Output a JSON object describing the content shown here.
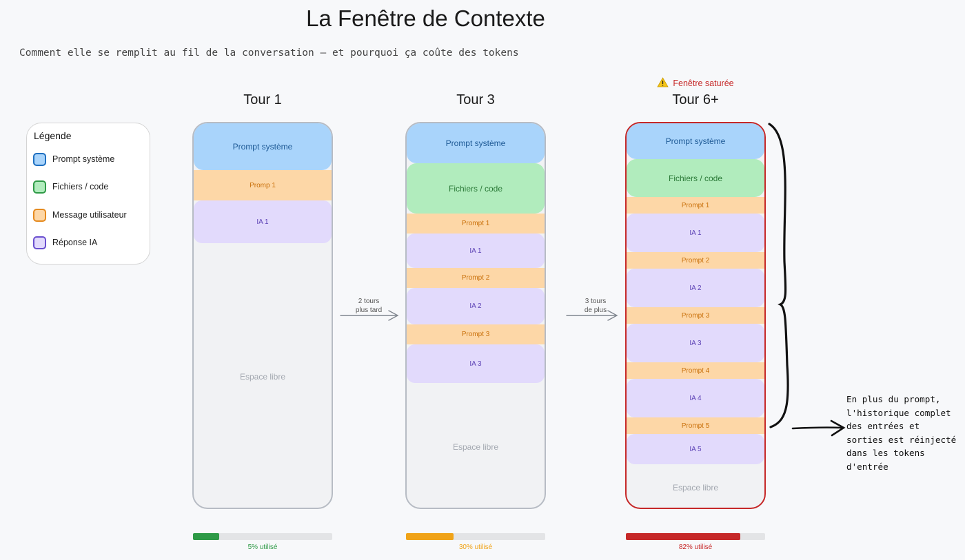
{
  "title": "La Fenêtre de Contexte",
  "subtitle": "Comment elle se remplit au fil de la conversation — et pourquoi ça coûte des tokens",
  "legend": {
    "title": "Légende",
    "items": [
      {
        "label": "Prompt système",
        "fill": "#a9d4fb",
        "stroke": "#1e6fc0"
      },
      {
        "label": "Fichiers / code",
        "fill": "#b1ecbd",
        "stroke": "#2e9a46"
      },
      {
        "label": "Message utilisateur",
        "fill": "#fdd7a7",
        "stroke": "#e58a1f"
      },
      {
        "label": "Réponse IA",
        "fill": "#e2dafc",
        "stroke": "#6a4fcf"
      }
    ]
  },
  "columns": [
    {
      "title": "Tour 1",
      "segments": [
        {
          "kind": "sys",
          "label": "Prompt système"
        },
        {
          "kind": "user",
          "label": "Promp 1"
        },
        {
          "kind": "ai",
          "label": "IA 1"
        },
        {
          "kind": "free",
          "label": "Espace libre"
        }
      ],
      "usage": {
        "label": "5% utilisé",
        "fraction": 0.19,
        "color": "#2e9a46"
      }
    },
    {
      "title": "Tour 3",
      "segments": [
        {
          "kind": "sys",
          "label": "Prompt système"
        },
        {
          "kind": "files",
          "label": "Fichiers / code"
        },
        {
          "kind": "user",
          "label": "Prompt 1"
        },
        {
          "kind": "ai",
          "label": "IA 1"
        },
        {
          "kind": "user",
          "label": "Prompt 2"
        },
        {
          "kind": "ai",
          "label": "IA 2"
        },
        {
          "kind": "user",
          "label": "Prompt 3"
        },
        {
          "kind": "ai",
          "label": "IA 3"
        },
        {
          "kind": "free",
          "label": "Espace libre"
        }
      ],
      "usage": {
        "label": "30% utilisé",
        "fraction": 0.34,
        "color": "#f0a318"
      }
    },
    {
      "title": "Tour 6+",
      "warning": "Fenêtre saturée",
      "segments": [
        {
          "kind": "sys",
          "label": "Prompt système"
        },
        {
          "kind": "files",
          "label": "Fichiers / code"
        },
        {
          "kind": "user",
          "label": "Prompt 1"
        },
        {
          "kind": "ai",
          "label": "IA 1"
        },
        {
          "kind": "user",
          "label": "Prompt 2"
        },
        {
          "kind": "ai",
          "label": "IA 2"
        },
        {
          "kind": "user",
          "label": "Prompt 3"
        },
        {
          "kind": "ai",
          "label": "IA 3"
        },
        {
          "kind": "user",
          "label": "Prompt 4"
        },
        {
          "kind": "ai",
          "label": "IA 4"
        },
        {
          "kind": "user",
          "label": "Prompt 5"
        },
        {
          "kind": "ai",
          "label": "IA 5"
        },
        {
          "kind": "free",
          "label": "Espace libre"
        }
      ],
      "usage": {
        "label": "82% utilisé",
        "fraction": 0.82,
        "color": "#c62828"
      }
    }
  ],
  "arrows": [
    {
      "line1": "2 tours",
      "line2": "plus tard"
    },
    {
      "line1": "3 tours",
      "line2": "de plus"
    }
  ],
  "note": [
    "En plus du prompt,",
    "l'historique complet",
    "des entrées et",
    "sorties est réinjecté",
    "dans les tokens",
    "d'entrée"
  ]
}
